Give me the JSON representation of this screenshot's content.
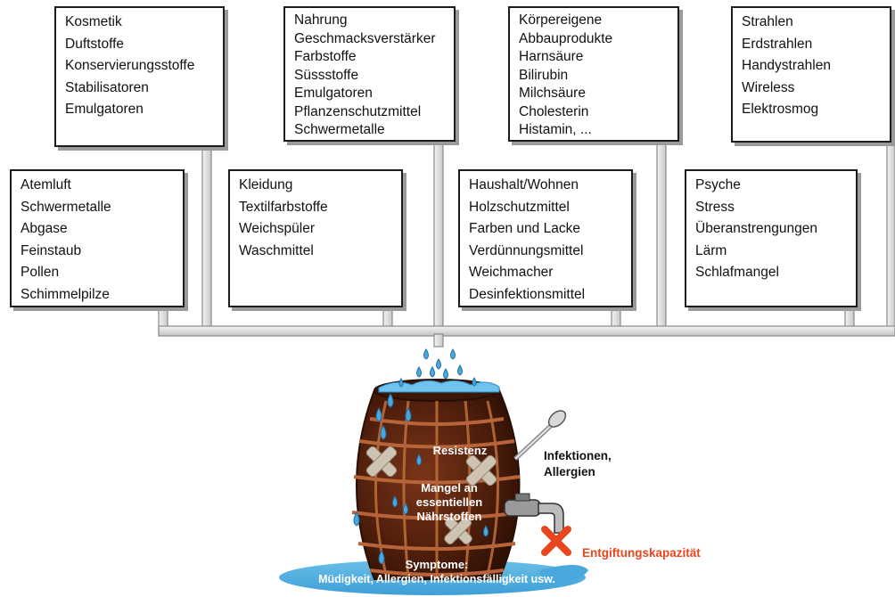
{
  "boxes_top": [
    {
      "items": [
        "Kosmetik",
        "Duftstoffe",
        "Konservierungsstoffe",
        "Stabilisatoren",
        "Emulgatoren"
      ]
    },
    {
      "items": [
        "Nahrung",
        "Geschmacksverstärker",
        "Farbstoffe",
        "Süssstoffe",
        "Emulgatoren",
        "Pflanzenschutzmittel",
        "Schwermetalle"
      ]
    },
    {
      "items": [
        "Körpereigene",
        "Abbauprodukte",
        "Harnsäure",
        "Bilirubin",
        "Milchsäure",
        "Cholesterin",
        "Histamin, ..."
      ]
    },
    {
      "items": [
        "Strahlen",
        "Erdstrahlen",
        "Handystrahlen",
        "Wireless",
        "Elektrosmog"
      ]
    }
  ],
  "boxes_bottom": [
    {
      "items": [
        "Atemluft",
        "Schwermetalle",
        "Abgase",
        "Feinstaub",
        "Pollen",
        "Schimmelpilze"
      ]
    },
    {
      "items": [
        "Kleidung",
        "Textilfarbstoffe",
        "Weichspüler",
        "Waschmittel"
      ]
    },
    {
      "items": [
        "Haushalt/Wohnen",
        "Holzschutzmittel",
        "Farben und Lacke",
        "Verdünnungsmittel",
        "Weichmacher",
        "Desinfektionsmittel"
      ]
    },
    {
      "items": [
        "Psyche",
        "Stress",
        "Überanstrengungen",
        "Lärm",
        "Schlafmangel"
      ]
    }
  ],
  "barrel": {
    "resistenz": "Resistenz",
    "mangel": [
      "Mangel an",
      "essentiellen",
      "Nährstoffen"
    ],
    "symptome_title": "Symptome:",
    "symptome_text": "Müdigkeit, Allergien, Infektionsfälligkeit usw."
  },
  "labels": {
    "infektionen": [
      "Infektionen,",
      "Allergien"
    ],
    "entgiftung": "Entgiftungskapazität"
  },
  "colors": {
    "water": "#4aa8dc",
    "barrel": "#5a2410",
    "hoop": "#a0522d",
    "cross": "#e8461c",
    "label_orange": "#e8461c"
  }
}
